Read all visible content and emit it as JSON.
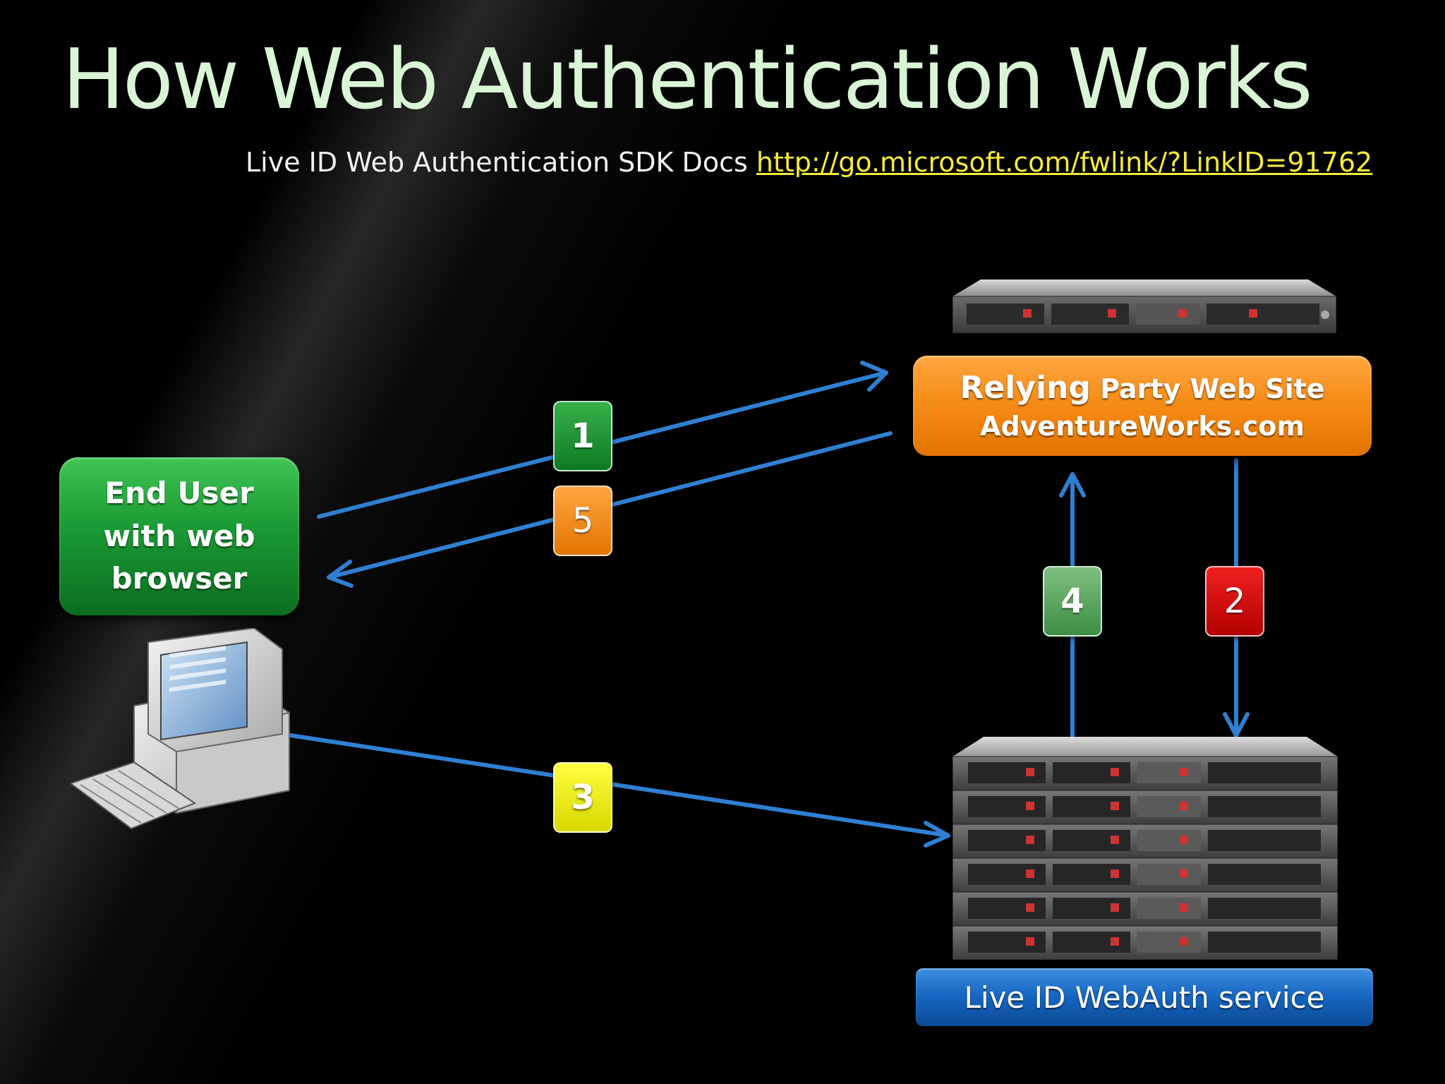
{
  "slide": {
    "title": "How Web Authentication Works",
    "subtitle_text": "Live ID Web Authentication SDK Docs",
    "subtitle_link": "http://go.microsoft.com/fwlink/?LinkID=91762"
  },
  "nodes": {
    "end_user": {
      "line1": "End User",
      "line2": "with web",
      "line3": "browser"
    },
    "relying_party": {
      "line1_big": "Relying",
      "line1_rest": " Party Web Site",
      "line2": "AdventureWorks.com"
    },
    "live_id": {
      "label": "Live ID WebAuth service"
    }
  },
  "steps": {
    "s1": "1",
    "s2": "2",
    "s3": "3",
    "s4": "4",
    "s5": "5"
  },
  "colors": {
    "arrow": "#2f7fd2",
    "title": "#d9f5d6",
    "link": "#f4ea3c",
    "step1": "#1f9e36",
    "step2": "#d40a0a",
    "step3": "#eeee10",
    "step4": "#5aa860",
    "step5": "#f58a14"
  },
  "icons": [
    "desktop-computer-icon",
    "server-icon",
    "server-rack-icon"
  ]
}
